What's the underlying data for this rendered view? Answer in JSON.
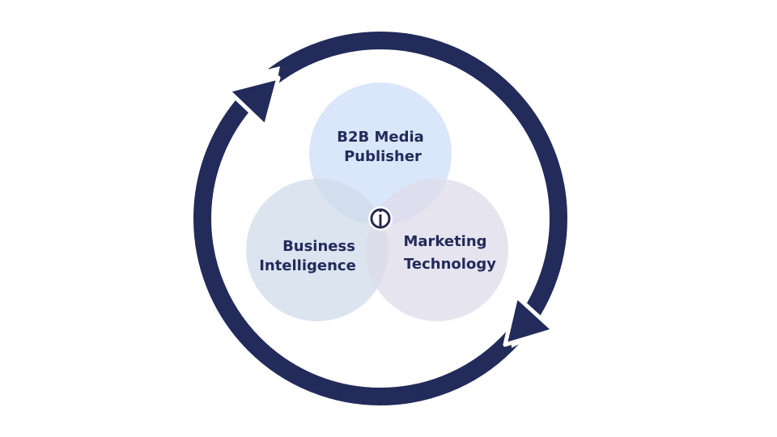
{
  "diagram": {
    "circles": [
      {
        "id": "b2b",
        "lines": [
          "B2B Media",
          "Publisher"
        ],
        "fill": "#d4e2f8"
      },
      {
        "id": "bi",
        "lines": [
          "Business",
          "Intelligence"
        ],
        "fill": "#cfdbe9"
      },
      {
        "id": "mt",
        "lines": [
          "Marketing",
          "Technology"
        ],
        "fill": "#dedbea"
      }
    ],
    "colors": {
      "ring": "#222b5a",
      "text": "#222b5a",
      "center_badge": "#2b2a4e",
      "background": "#ffffff"
    },
    "center_icon": "logo-mark-icon",
    "cycle_arrows": [
      "arrowhead-icon",
      "arrowhead-icon"
    ]
  }
}
